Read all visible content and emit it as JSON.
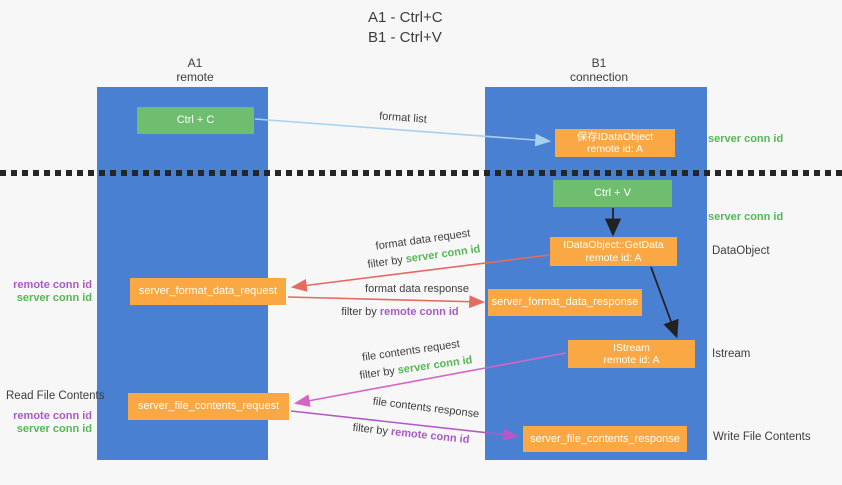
{
  "title": {
    "line1": "A1 - Ctrl+C",
    "line2": "B1 - Ctrl+V"
  },
  "lifelines": {
    "left": {
      "title": "A1",
      "subtitle": "remote"
    },
    "right": {
      "title": "B1",
      "subtitle": "connection"
    }
  },
  "nodes": {
    "ctrl_c": {
      "label": "Ctrl + C"
    },
    "ctrl_v": {
      "label": "Ctrl + V"
    },
    "save_dataobject": {
      "line1": "保存IDataObject",
      "line2": "remote id: A"
    },
    "getdata": {
      "line1": "IDataObject::GetData",
      "line2": "remote id: A"
    },
    "istream": {
      "line1": "IStream",
      "line2": "remote id: A"
    },
    "server_format_data_request": {
      "label": "server_format_data_request"
    },
    "server_format_data_response": {
      "label": "server_format_data_response"
    },
    "server_file_contents_request": {
      "label": "server_file_contents_request"
    },
    "server_file_contents_response": {
      "label": "server_file_contents_response"
    }
  },
  "flow_labels": {
    "format_list": "format list",
    "format_data_request": "format data request",
    "format_data_response": "format data response",
    "file_contents_request": "file contents request",
    "file_contents_response": "file contents response",
    "filter_by": "filter by",
    "server_conn_id": "server conn id",
    "remote_conn_id": "remote conn id"
  },
  "side_labels": {
    "server_conn_id_top": "server conn id",
    "server_conn_id_mid": "server conn id",
    "dataobject": "DataObject",
    "istream": "Istream",
    "write_file_contents": "Write File Contents",
    "read_file_contents": "Read File Contents",
    "remote_conn_id_1": "remote conn id",
    "server_conn_id_left_1": "server conn id",
    "remote_conn_id_2": "remote conn id",
    "server_conn_id_left_2": "server conn id"
  },
  "colors": {
    "column_blue": "#4a80d2",
    "box_green": "#6fbd6f",
    "box_orange": "#f9a843",
    "text_green": "#55b855",
    "text_purple": "#a95ac9",
    "arrow_blue": "#a6d2ef",
    "arrow_black": "#222222",
    "arrow_red": "#e56b61",
    "arrow_magenta": "#d565c5",
    "arrow_purple": "#b05ac8"
  }
}
